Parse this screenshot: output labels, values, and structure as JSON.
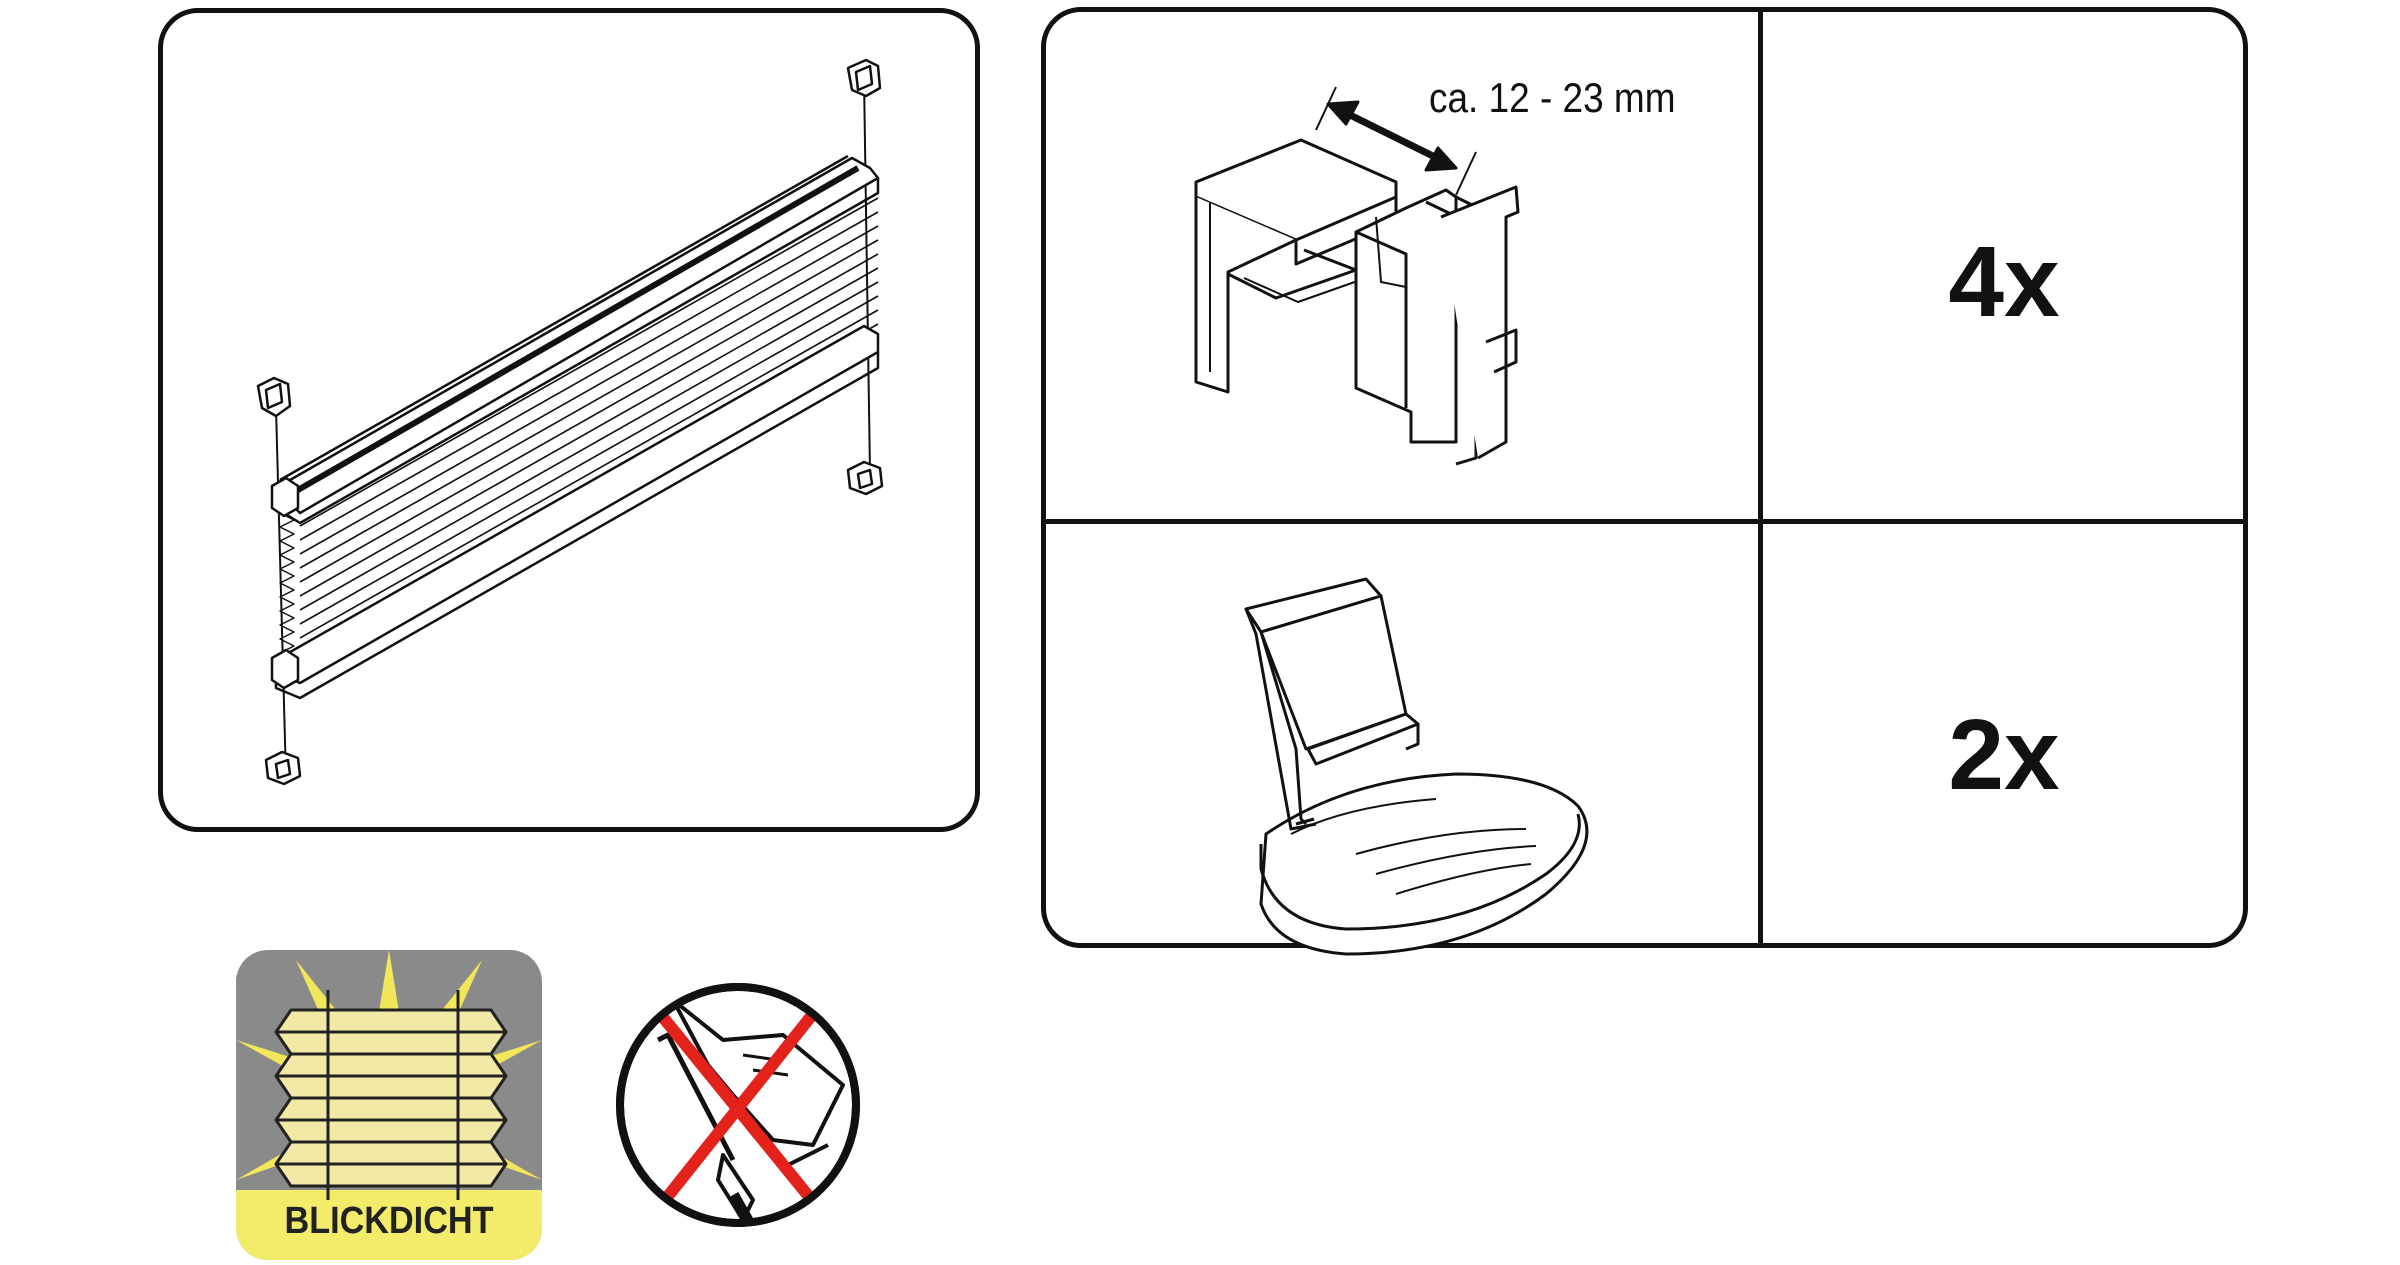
{
  "parts": {
    "clamp_bracket": {
      "measurement": "ca. 12 - 23 mm",
      "quantity": "4x"
    },
    "adhesive_holder": {
      "quantity": "2x"
    }
  },
  "badge": {
    "label": "BLICKDICHT",
    "colors": {
      "background": "#8a8a8a",
      "label_bar": "#f2ec6a",
      "fabric": "#f3e9a6"
    }
  },
  "no_drilling_icon": {
    "colors": {
      "cross": "#e3231b",
      "outline": "#111111"
    }
  }
}
